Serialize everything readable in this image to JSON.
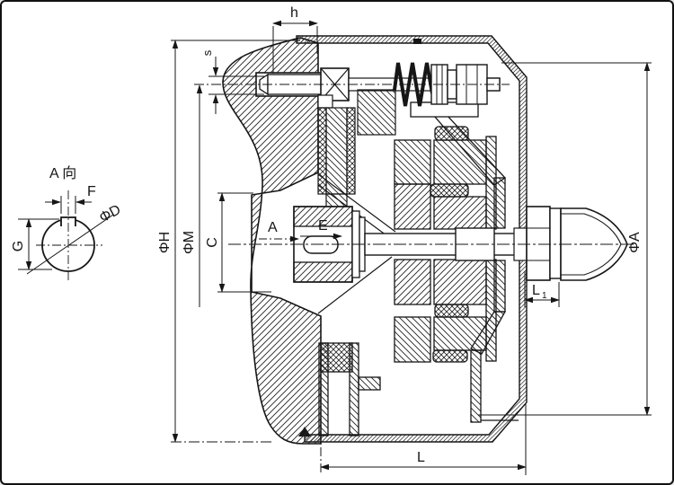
{
  "labels": {
    "view_a_title": "A 向",
    "dim_f": "F",
    "dim_phi_d": "ΦD",
    "dim_g": "G",
    "dim_h": "h",
    "dim_s": "s",
    "dim_phi_h": "ΦH",
    "dim_phi_m": "ΦM",
    "dim_c": "C",
    "dim_phi_a": "ΦA",
    "dim_l1_base": "L",
    "dim_l1_sub": "1",
    "dim_l": "L",
    "arrow_a": "A",
    "arrow_e": "E"
  },
  "colors": {
    "ink": "#161616",
    "paper": "#ffffff"
  }
}
